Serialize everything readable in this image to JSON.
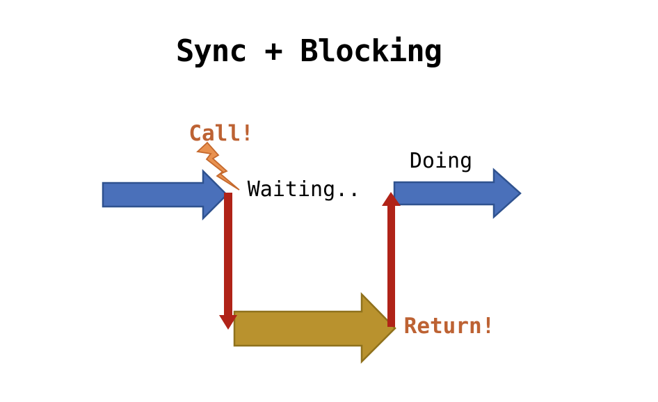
{
  "title": "Sync + Blocking",
  "labels": {
    "call": "Call!",
    "waiting": "Waiting..",
    "doing": "Doing",
    "return": "Return!"
  },
  "colors": {
    "title_text": "#000000",
    "plain_text": "#000000",
    "callout_text": "#BD6233",
    "blue_arrow_fill": "#4A70BA",
    "blue_arrow_outline": "#2F528F",
    "gold_arrow_fill": "#B9922E",
    "gold_arrow_outline": "#8F711C",
    "red_arrow_fill": "#B02318",
    "bolt_fill": "#E8914F",
    "bolt_outline": "#C4682C"
  }
}
